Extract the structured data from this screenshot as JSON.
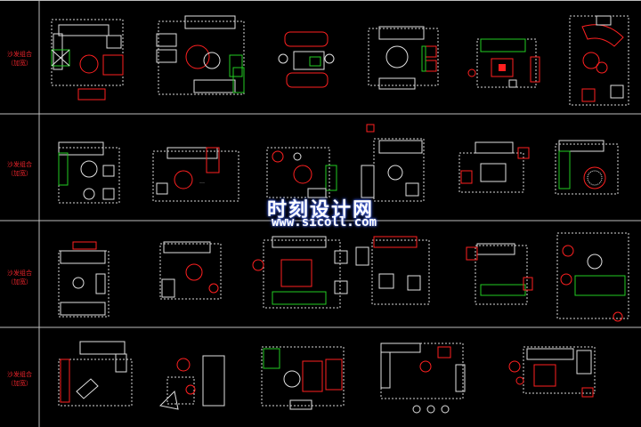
{
  "sheet": {
    "row_labels": [
      {
        "line1": "沙发组合",
        "line2": "（加宽）"
      },
      {
        "line1": "沙发组合",
        "line2": "（加宽）"
      },
      {
        "line1": "沙发组合",
        "line2": "（加宽）"
      },
      {
        "line1": "沙发组合",
        "line2": "（加宽）"
      }
    ],
    "watermark": {
      "name": "时刻设计网",
      "url": "www.sicoll.com"
    },
    "colors": {
      "grid": "#bdbdbd",
      "furniture": "#e0e0e0",
      "accent_red": "#ff2020",
      "accent_green": "#22cc22",
      "dashed": "#d8d8d8",
      "label_red": "#e8232a"
    }
  }
}
